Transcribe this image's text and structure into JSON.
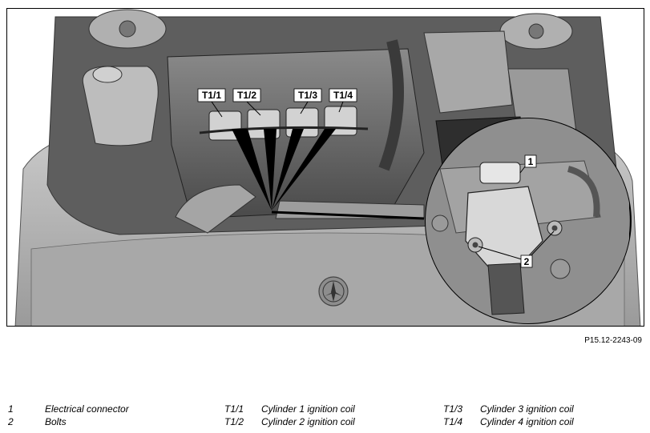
{
  "figure": {
    "id": "P15.12-2243-09",
    "labels": {
      "t11": "T1/1",
      "t12": "T1/2",
      "t13": "T1/3",
      "t14": "T1/4",
      "c1": "1",
      "c2": "2"
    }
  },
  "legend": [
    {
      "code": "1",
      "text": "Electrical connector"
    },
    {
      "code": "2",
      "text": "Bolts"
    },
    {
      "code": "T1/1",
      "text": "Cylinder 1 ignition coil"
    },
    {
      "code": "T1/2",
      "text": "Cylinder 2 ignition coil"
    },
    {
      "code": "T1/3",
      "text": "Cylinder 3 ignition coil"
    },
    {
      "code": "T1/4",
      "text": "Cylinder 4 ignition coil"
    }
  ]
}
